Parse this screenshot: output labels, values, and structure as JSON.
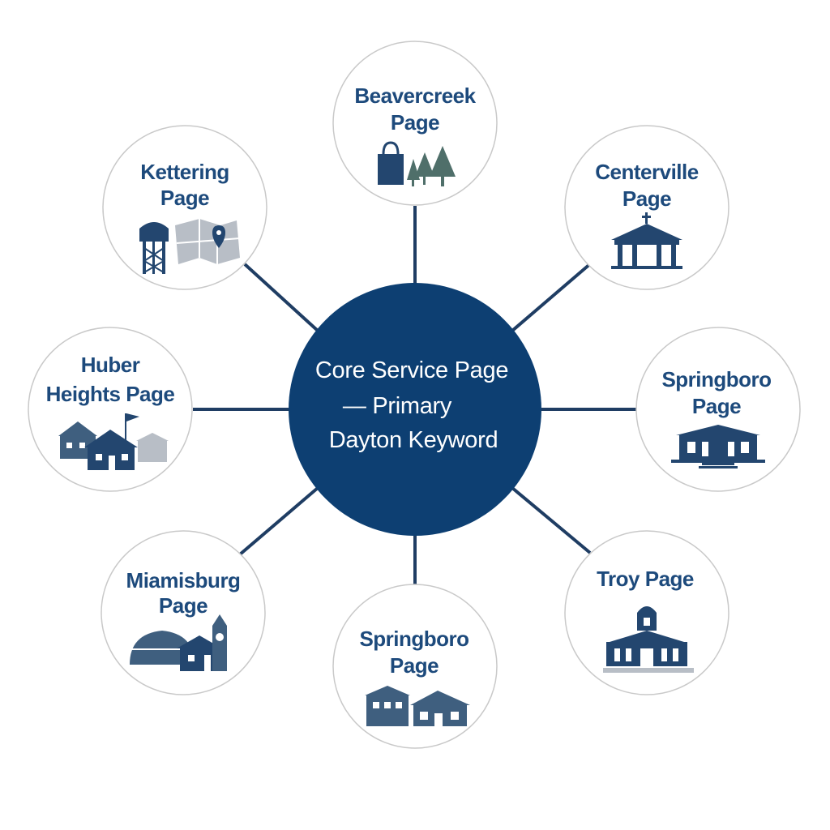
{
  "core": {
    "lines": [
      "Core Service Page",
      "— Primary",
      "Dayton Keyword"
    ]
  },
  "nodes": [
    {
      "id": "beavercreek",
      "lines": [
        "Beavercreek",
        "Page"
      ],
      "icon": "shopping-bag-trees-icon"
    },
    {
      "id": "centerville",
      "lines": [
        "Centerville",
        "Page"
      ],
      "icon": "gazebo-icon"
    },
    {
      "id": "springboro-right",
      "lines": [
        "Springboro",
        "Page"
      ],
      "icon": "civic-building-icon"
    },
    {
      "id": "troy",
      "lines": [
        "Troy Page"
      ],
      "icon": "courthouse-icon"
    },
    {
      "id": "springboro-bottom",
      "lines": [
        "Springboro",
        "Page"
      ],
      "icon": "houses-icon"
    },
    {
      "id": "miamisburg",
      "lines": [
        "Miamisburg",
        "Page"
      ],
      "icon": "mound-clocktower-icon"
    },
    {
      "id": "huber-heights",
      "lines": [
        "Huber",
        "Heights Page"
      ],
      "icon": "neighborhood-flag-icon"
    },
    {
      "id": "kettering",
      "lines": [
        "Kettering",
        "Page"
      ],
      "icon": "water-tower-map-icon"
    }
  ],
  "colors": {
    "core_fill": "#0d3f72",
    "label": "#1d4a7c",
    "spoke": "#1f3d63",
    "node_border": "#c9c9c9"
  }
}
